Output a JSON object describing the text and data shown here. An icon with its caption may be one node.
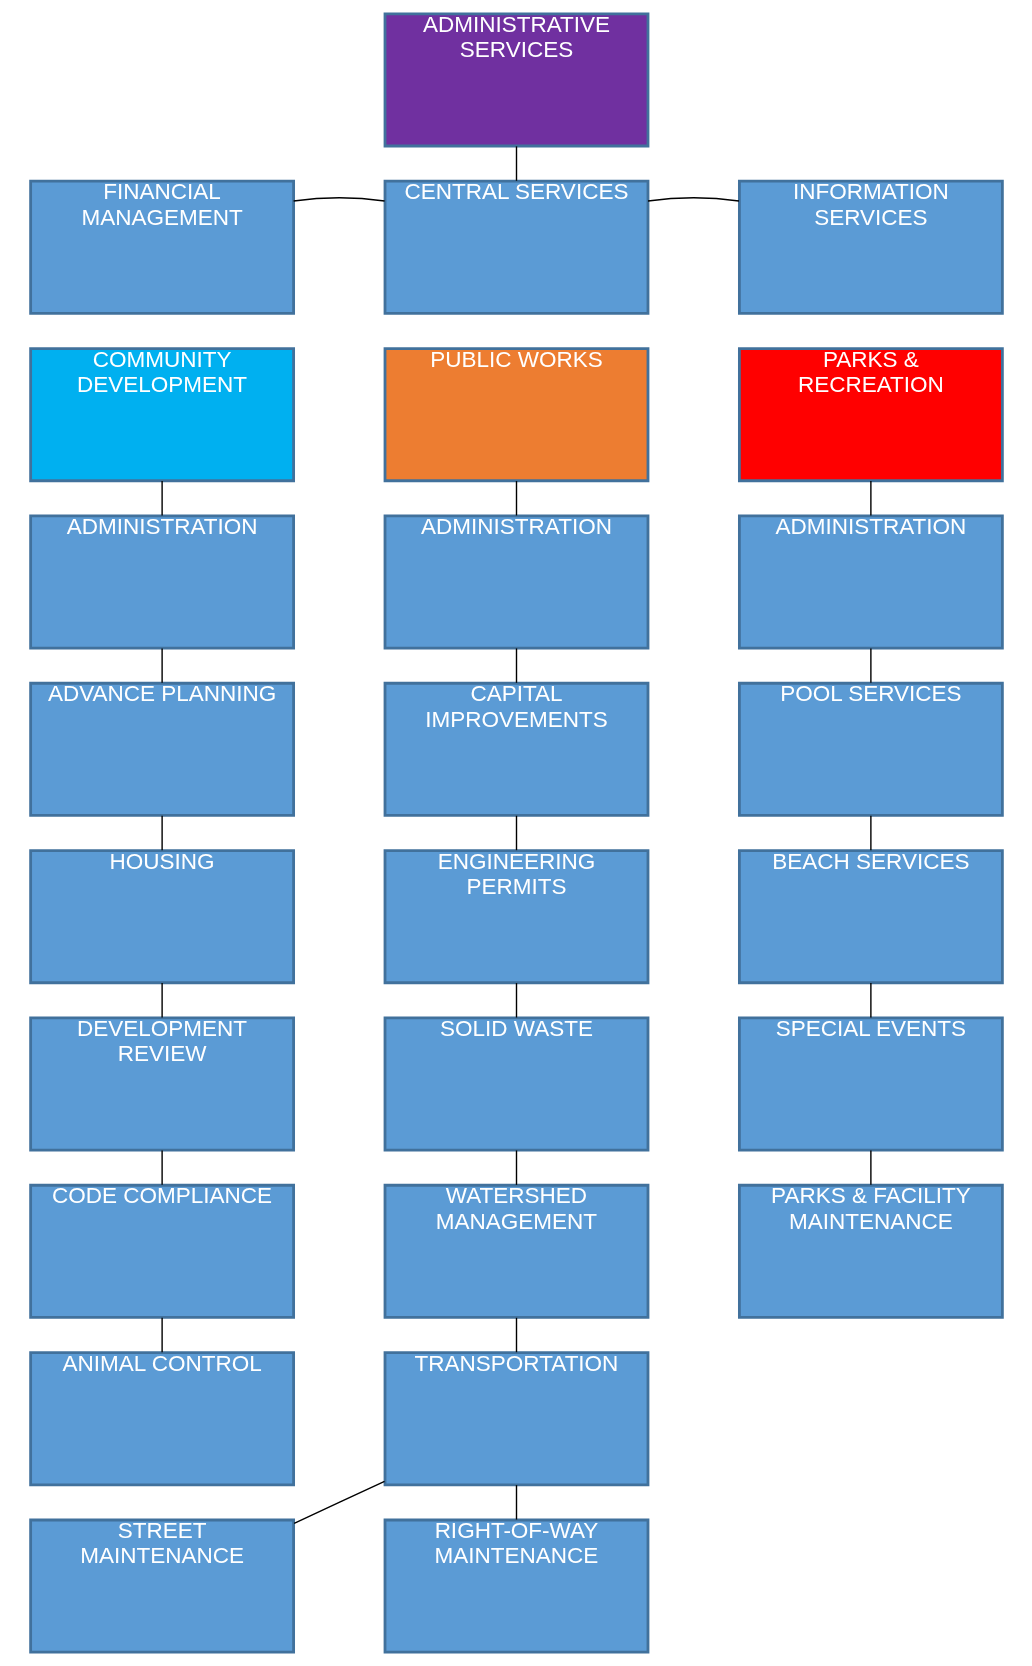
{
  "diagram": {
    "nodes": [
      {
        "text": [
          "ADMINISTRATIVE SERVICES"
        ]
      },
      {
        "text": [
          "FINANCIAL MANAGEMENT"
        ]
      },
      {
        "text": [
          "CENTRAL SERVICES"
        ]
      },
      {
        "text": [
          "INFORMATION SERVICES"
        ]
      },
      {
        "text": [
          "COMMUNITY DEVELOPMENT"
        ]
      },
      {
        "text": [
          "PUBLIC WORKS"
        ]
      },
      {
        "text": [
          "PARKS & RECREATION"
        ]
      },
      {
        "text": [
          "ADMINISTRATION"
        ]
      },
      {
        "text": [
          "ADMINISTRATION"
        ]
      },
      {
        "text": [
          "ADMINISTRATION"
        ]
      },
      {
        "text": [
          "ADVANCE PLANNING"
        ]
      },
      {
        "text": [
          "CAPITAL IMPROVEMENTS"
        ]
      },
      {
        "text": [
          "POOL SERVICES"
        ]
      },
      {
        "text": [
          "HOUSING"
        ]
      },
      {
        "text": [
          "ENGINEERING PERMITS"
        ]
      },
      {
        "text": [
          "BEACH SERVICES"
        ]
      },
      {
        "text": [
          "DEVELOPMENT REVIEW"
        ]
      },
      {
        "text": [
          "SOLID WASTE"
        ]
      },
      {
        "text": [
          "SPECIAL EVENTS"
        ]
      },
      {
        "text": [
          "CODE COMPLIANCE"
        ]
      },
      {
        "text": [
          "WATERSHED MANAGEMENT"
        ]
      },
      {
        "text": [
          "PARKS & FACILITY MAINTENANCE"
        ]
      },
      {
        "text": [
          "ANIMAL CONTROL"
        ]
      },
      {
        "text": [
          "TRANSPORTATION"
        ]
      },
      {
        "text": [
          "STREET MAINTENANCE"
        ]
      },
      {
        "text": [
          "RIGHT-OF-WAY MAINTENANCE"
        ]
      }
    ],
    "edges": [
      {
        "from": 0,
        "to": 2,
        "arrow": "none"
      },
      {
        "from": 2,
        "to": 1,
        "arrow": "none"
      },
      {
        "from": 2,
        "to": 3,
        "arrow": "none"
      },
      {
        "from": 4,
        "to": 7,
        "arrow": "none"
      },
      {
        "from": 7,
        "to": 10,
        "arrow": "none"
      },
      {
        "from": 10,
        "to": 13,
        "arrow": "none"
      },
      {
        "from": 13,
        "to": 16,
        "arrow": "none"
      },
      {
        "from": 16,
        "to": 19,
        "arrow": "none"
      },
      {
        "from": 19,
        "to": 22,
        "arrow": "none"
      },
      {
        "from": 5,
        "to": 8,
        "arrow": "none"
      },
      {
        "from": 8,
        "to": 11,
        "arrow": "none"
      },
      {
        "from": 11,
        "to": 14,
        "arrow": "none"
      },
      {
        "from": 14,
        "to": 17,
        "arrow": "none"
      },
      {
        "from": 17,
        "to": 20,
        "arrow": "none"
      },
      {
        "from": 20,
        "to": 23,
        "arrow": "none"
      },
      {
        "from": 6,
        "to": 9,
        "arrow": "none"
      },
      {
        "from": 9,
        "to": 12,
        "arrow": "none"
      },
      {
        "from": 12,
        "to": 15,
        "arrow": "none"
      },
      {
        "from": 15,
        "to": 18,
        "arrow": "none"
      },
      {
        "from": 18,
        "to": 21,
        "arrow": "none"
      },
      {
        "from": 23,
        "to": 24,
        "arrow": "none"
      },
      {
        "from": 23,
        "to": 25,
        "arrow": "none"
      }
    ]
  }
}
